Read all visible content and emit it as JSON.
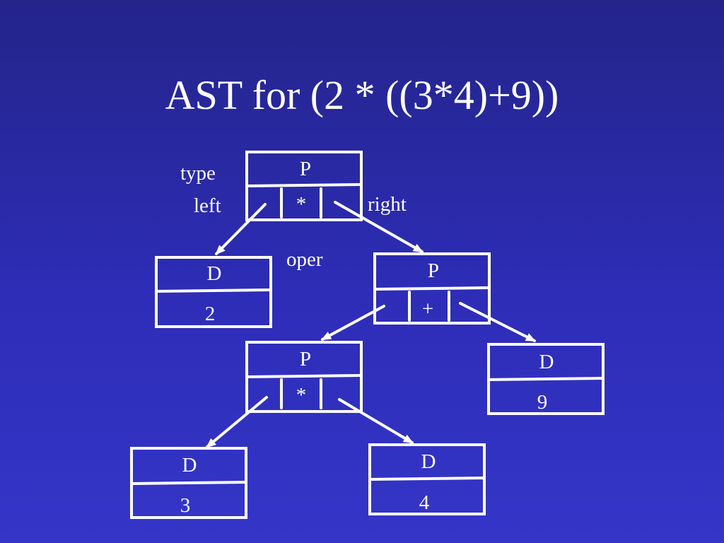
{
  "title": "AST for (2 * ((3*4)+9))",
  "field_labels": {
    "type": "type",
    "left": "left",
    "right": "right",
    "oper": "oper"
  },
  "nodes": {
    "root": {
      "type": "P",
      "oper": "*"
    },
    "d2": {
      "type": "D",
      "value": "2"
    },
    "plus": {
      "type": "P",
      "oper": "+"
    },
    "times_inner": {
      "type": "P",
      "oper": "*"
    },
    "d9": {
      "type": "D",
      "value": "9"
    },
    "d3": {
      "type": "D",
      "value": "3"
    },
    "d4": {
      "type": "D",
      "value": "4"
    }
  },
  "colors": {
    "background": "#2d2db8",
    "foreground": "#ffffff"
  }
}
